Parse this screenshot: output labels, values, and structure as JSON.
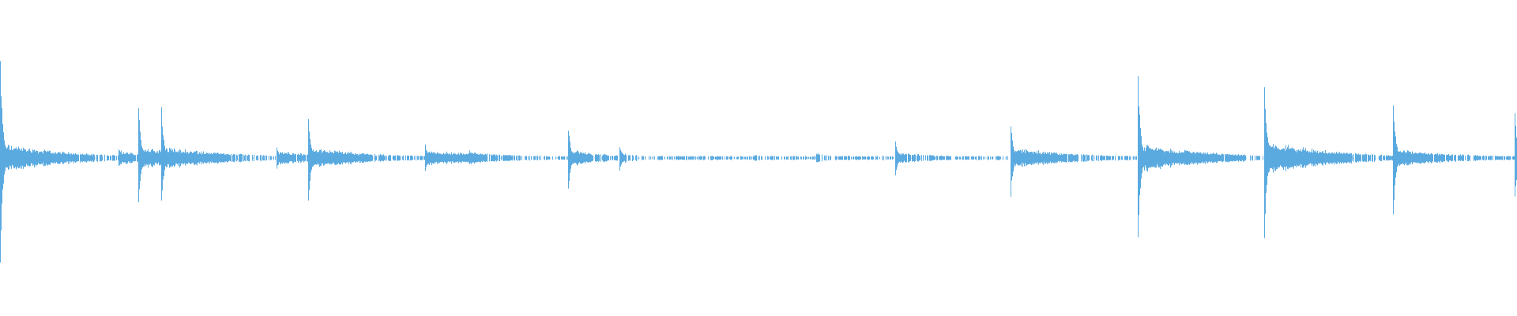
{
  "colors": {
    "background": "#ffffff",
    "waveform": "#5aaae0"
  },
  "waveform": {
    "duration": 1.0,
    "amplitude_range": [
      -1,
      1
    ],
    "noise_floor": 0.012,
    "transients": [
      {
        "t": 0.0,
        "peak": 0.66,
        "body": 0.1,
        "tail": 0.045
      },
      {
        "t": 0.078,
        "peak": 0.06,
        "body": 0.05,
        "tail": 0.02
      },
      {
        "t": 0.091,
        "peak": 0.38,
        "body": 0.08,
        "tail": 0.03
      },
      {
        "t": 0.106,
        "peak": 0.38,
        "body": 0.08,
        "tail": 0.045
      },
      {
        "t": 0.182,
        "peak": 0.08,
        "body": 0.05,
        "tail": 0.03
      },
      {
        "t": 0.203,
        "peak": 0.31,
        "body": 0.07,
        "tail": 0.045
      },
      {
        "t": 0.28,
        "peak": 0.1,
        "body": 0.05,
        "tail": 0.055
      },
      {
        "t": 0.309,
        "peak": 0.06,
        "body": 0.04,
        "tail": 0.03
      },
      {
        "t": 0.374,
        "peak": 0.28,
        "body": 0.06,
        "tail": 0.025
      },
      {
        "t": 0.408,
        "peak": 0.1,
        "body": 0.04,
        "tail": 0.015
      },
      {
        "t": 0.497,
        "peak": 0.02,
        "body": 0.02,
        "tail": 0.015
      },
      {
        "t": 0.538,
        "peak": 0.03,
        "body": 0.03,
        "tail": 0.015
      },
      {
        "t": 0.59,
        "peak": 0.12,
        "body": 0.04,
        "tail": 0.03
      },
      {
        "t": 0.666,
        "peak": 0.27,
        "body": 0.07,
        "tail": 0.045
      },
      {
        "t": 0.75,
        "peak": 0.55,
        "body": 0.1,
        "tail": 0.045
      },
      {
        "t": 0.833,
        "peak": 0.65,
        "body": 0.12,
        "tail": 0.045
      },
      {
        "t": 0.918,
        "peak": 0.45,
        "body": 0.06,
        "tail": 0.045
      },
      {
        "t": 0.998,
        "peak": 0.4,
        "body": 0.04,
        "tail": 0.005
      }
    ]
  }
}
